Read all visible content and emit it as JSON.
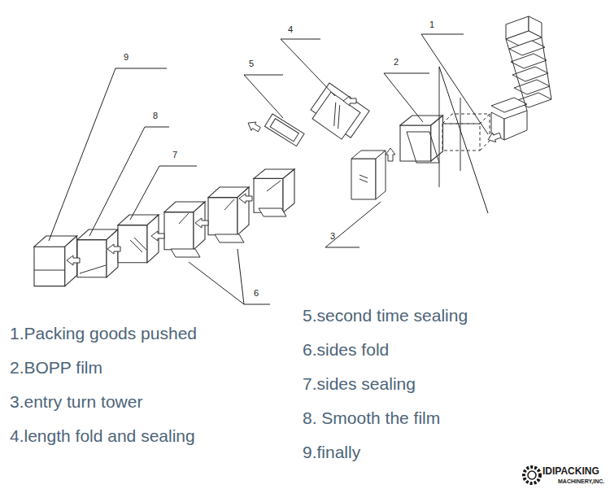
{
  "diagram": {
    "labels": [
      "1",
      "2",
      "3",
      "4",
      "5",
      "6",
      "7",
      "8",
      "9",
      "1.Packing goods pushed",
      "2.BOPP film",
      "3.entry turn tower",
      "4.length fold and sealing",
      "5.second time sealing",
      "6.sides fold",
      "7.sides sealing",
      "8. Smooth the film",
      "9.finally",
      "IDIPACKING",
      "MACHINERY,INC."
    ]
  }
}
